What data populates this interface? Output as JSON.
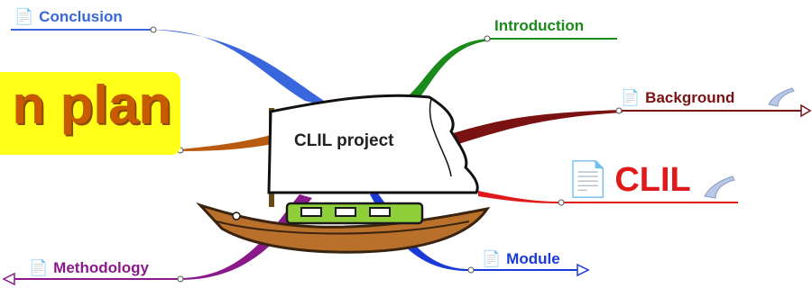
{
  "central": {
    "label": "CLIL project"
  },
  "plan_box": {
    "label": "n plan",
    "bg": "#ffff1a",
    "color": "#c85a00"
  },
  "topics": {
    "conclusion": {
      "label": "Conclusion",
      "note_icon": "note-icon",
      "color": "#3a66dd"
    },
    "introduction": {
      "label": "Introduction",
      "color": "#1a8a1a"
    },
    "background": {
      "label": "Background",
      "note_icon": "note-icon",
      "color": "#7a1212"
    },
    "clil": {
      "label": "CLIL",
      "note_icon": "note-icon",
      "color": "#e01a1a"
    },
    "module": {
      "label": "Module",
      "note_icon": "note-icon",
      "color": "#1a3ad8"
    },
    "methodology": {
      "label": "Methodology",
      "note_icon": "note-icon",
      "color": "#8a1a8a"
    }
  },
  "icons": {
    "note": "📄",
    "comment": "comment-icon",
    "arrow": "arrow-icon"
  }
}
